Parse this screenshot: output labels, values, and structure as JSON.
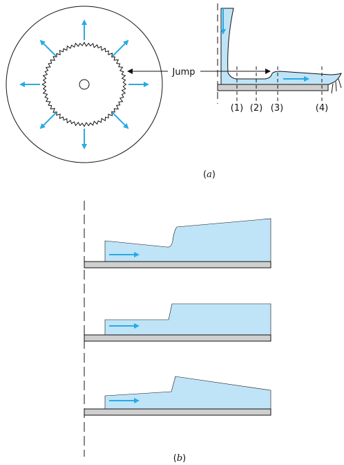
{
  "colors": {
    "water": "#bfe4f7",
    "arrow": "#2aaae2",
    "plate": "#cfcfcf",
    "ink": "#111111"
  },
  "part_a": {
    "jump_label": "Jump",
    "section_labels": [
      "(1)",
      "(2)",
      "(3)",
      "(4)"
    ],
    "caption_open": "(",
    "caption_letter": "a",
    "caption_close": ")"
  },
  "part_b": {
    "caption_open": "(",
    "caption_letter": "b",
    "caption_close": ")"
  }
}
